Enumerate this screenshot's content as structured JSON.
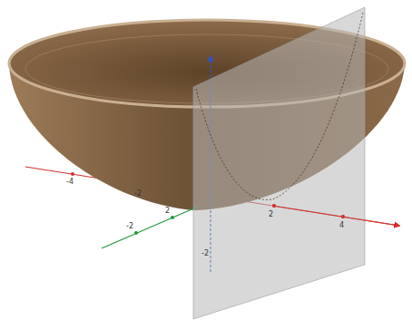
{
  "diagram": {
    "labels": [
      "-4",
      "-2",
      "2",
      "4",
      "-2",
      "2",
      "-2"
    ]
  }
}
